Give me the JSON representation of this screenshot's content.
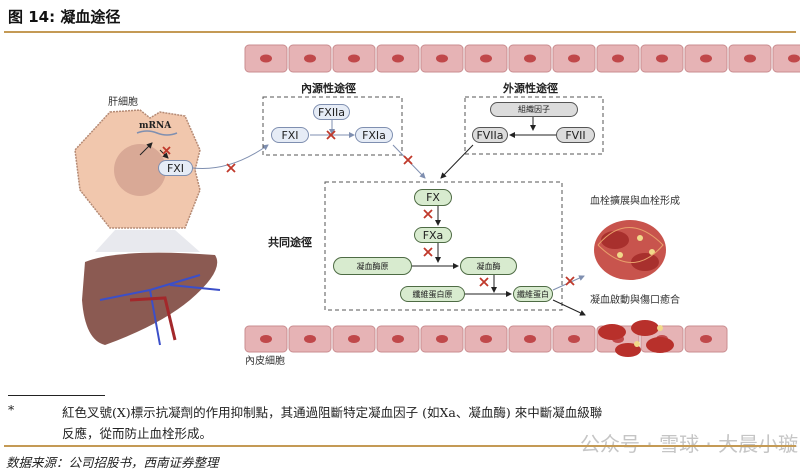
{
  "header": {
    "title": "图 14:  凝血途径"
  },
  "diagram": {
    "hepatocyte_label": "肝細胞",
    "mrna_label": "mRNA",
    "hepatocyte_fxi": "FXI",
    "endothelial_label": "內皮細胞",
    "intrinsic": {
      "title": "內源性途徑",
      "fxiia": "FXIIa",
      "fxi": "FXI",
      "fxia": "FXIa"
    },
    "extrinsic": {
      "title": "外源性途徑",
      "tissue_factor": "組織因子",
      "fviia": "FVIIa",
      "fvii": "FVII"
    },
    "common": {
      "title": "共同途徑",
      "fx": "FX",
      "fxa": "FXa",
      "prothrombin": "凝血酶原",
      "thrombin": "凝血酶",
      "fibrinogen": "纖維蛋白原",
      "fibrin": "纖維蛋白"
    },
    "thrombus_label": "血栓擴展與血栓形成",
    "hemostasis_label": "凝血啟動與傷口癒合"
  },
  "footnote": {
    "marker": "*",
    "line1": "紅色叉號(X)標示抗凝劑的作用抑制點，其通過阻斷特定凝血因子 (如Xa、凝血酶) 來中斷凝血級聯",
    "line2": "反應，從而防止血栓形成。"
  },
  "source": "数据来源：公司招股书，西南证券整理",
  "watermark": "公众号 · 雪球 · 大晨小璇",
  "colors": {
    "accent": "#c49a55",
    "cross": "#c0392b",
    "vessel": "#e6b3b5"
  }
}
